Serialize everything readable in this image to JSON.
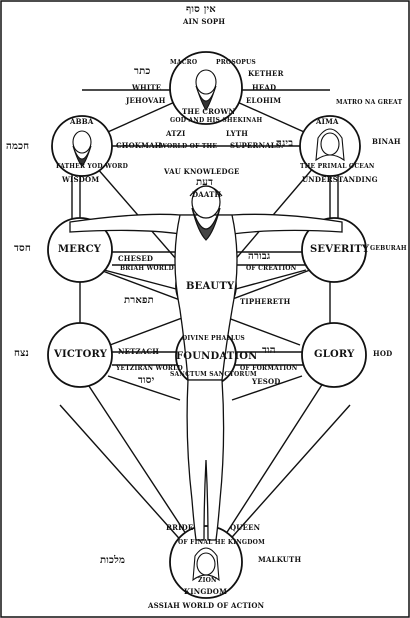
{
  "colors": {
    "ink": "#111111",
    "paper": "#ffffff"
  },
  "labels": {
    "ain_soph_heb": "אין סוף",
    "ain_soph": "AIN SOPH",
    "macro": "MACRO",
    "prosopus": "PROSOPUS",
    "kether_heb": "כתר",
    "kether": "KETHER",
    "white": "WHITE",
    "head": "HEAD",
    "jehovah": "JEHOVAH",
    "elohim": "ELOHIM",
    "the_crown": "THE CROWN",
    "god_and_his_shekinah": "GOD AND HIS SHEKINAH",
    "atzi": "ATZI",
    "lyth": "LYTH",
    "abba": "ABBA",
    "chokmah_heb": "חכמה",
    "father_yod_word": "FATHER YOD WORD",
    "wisdom": "WISDOM",
    "chokmah": "CHOKMAH",
    "world_of_the": "WORLD OF THE",
    "supernals": "SUPERNALS.",
    "binah_heb": "בינה",
    "aima": "AIMA",
    "matro_na_great": "MATRO NA GREAT",
    "binah": "BINAH",
    "the_primal_ocean": "THE PRIMAL OCEAN",
    "understanding": "UNDERSTANDING",
    "vau_knowledge": "VAU KNOWLEDGE",
    "daath_heb": "דעת",
    "daath": "DAATH",
    "mercy": "MERCY",
    "mercy_heb": "חסד",
    "severity": "SEVERITY",
    "geburah": "GEBURAH",
    "chesed": "CHESED",
    "briah_world": "BRIAH WORLD",
    "geburah_heb": "גבורה",
    "of_creation": "OF CREATION",
    "beauty": "BEAUTY",
    "tiphereth_heb": "תפארת",
    "tiphereth": "TIPHERETH",
    "victory": "VICTORY",
    "netzach_heb": "נצח",
    "glory": "GLORY",
    "hod": "HOD",
    "netzach": "NETZACH",
    "hod_heb": "הוד",
    "foundation": "FOUNDATION",
    "yetziran_world": "YETZIRAN WORLD",
    "of_formation": "OF FORMATION",
    "yesod_heb": "יסוד",
    "yesod": "YESOD",
    "divine_phallus": "DIVINE PHALLUS",
    "sanctum": "SANCTUM SANCTORUM",
    "bride": "BRIDE",
    "queen": "QUEEN",
    "final_he": "OF FINAL HE KINGDOM",
    "zion": "ZION",
    "malkuth_heb": "מלכות",
    "malkuth": "MALKUTH",
    "kingdom": "KINGDOM",
    "assiah": "ASSIAH WORLD OF ACTION"
  }
}
